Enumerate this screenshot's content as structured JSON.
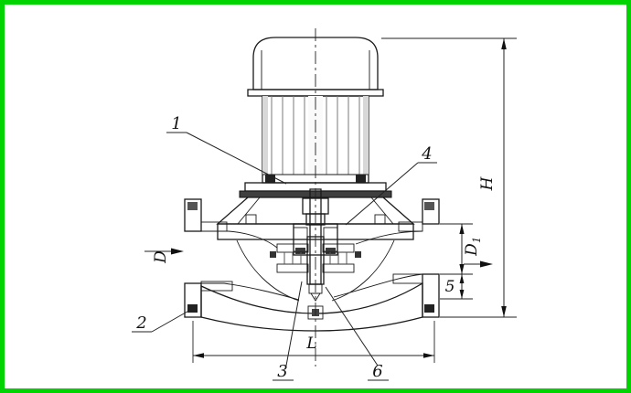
{
  "frame": {
    "border_color": "#00d400",
    "background": "#ffffff"
  },
  "diagram": {
    "kind": "vertical-inline-centrifugal-pump-cross-section",
    "line_color": "#1a1a1a"
  },
  "part_labels": {
    "p1": "1",
    "p2": "2",
    "p3": "3",
    "p4": "4",
    "p6": "6"
  },
  "dimensions": {
    "height": "H",
    "suction_diameter": "D",
    "discharge_diameter_main": "D",
    "discharge_diameter_sub": "1",
    "flange_offset": "5",
    "length": "L"
  }
}
